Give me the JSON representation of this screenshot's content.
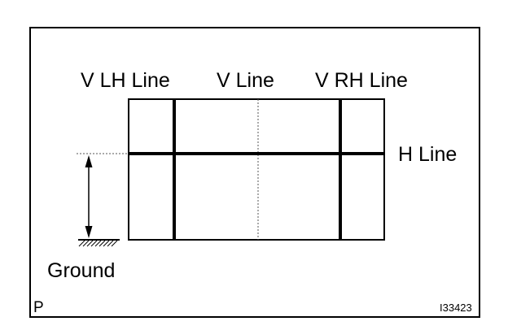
{
  "labels": {
    "v_lh_line": "V LH Line",
    "v_line": "V Line",
    "v_rh_line": "V RH Line",
    "h_line": "H Line",
    "ground": "Ground",
    "corner_mark": "P",
    "figure_code": "I33423"
  },
  "colors": {
    "ink": "#000000",
    "paper": "#ffffff",
    "dotted_line": "#555555"
  }
}
